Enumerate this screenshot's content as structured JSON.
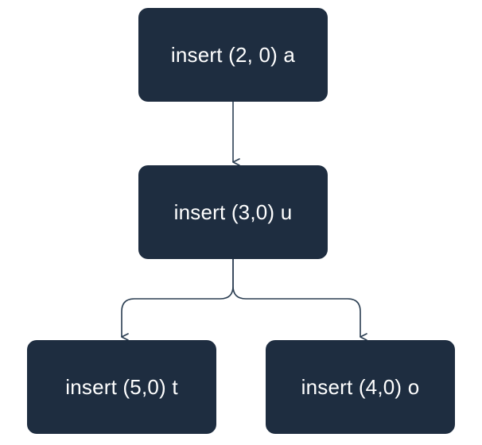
{
  "colors": {
    "node_fill": "#1e2d40",
    "node_text": "#ffffff",
    "edge": "#2b3e52",
    "background": "#ffffff"
  },
  "nodes": {
    "root": {
      "label": "insert (2, 0) a"
    },
    "mid": {
      "label": "insert (3,0) u"
    },
    "left": {
      "label": "insert (5,0) t"
    },
    "right": {
      "label": "insert (4,0) o"
    }
  },
  "edges": [
    {
      "from": "root",
      "to": "mid"
    },
    {
      "from": "mid",
      "to": "left"
    },
    {
      "from": "mid",
      "to": "right"
    }
  ]
}
